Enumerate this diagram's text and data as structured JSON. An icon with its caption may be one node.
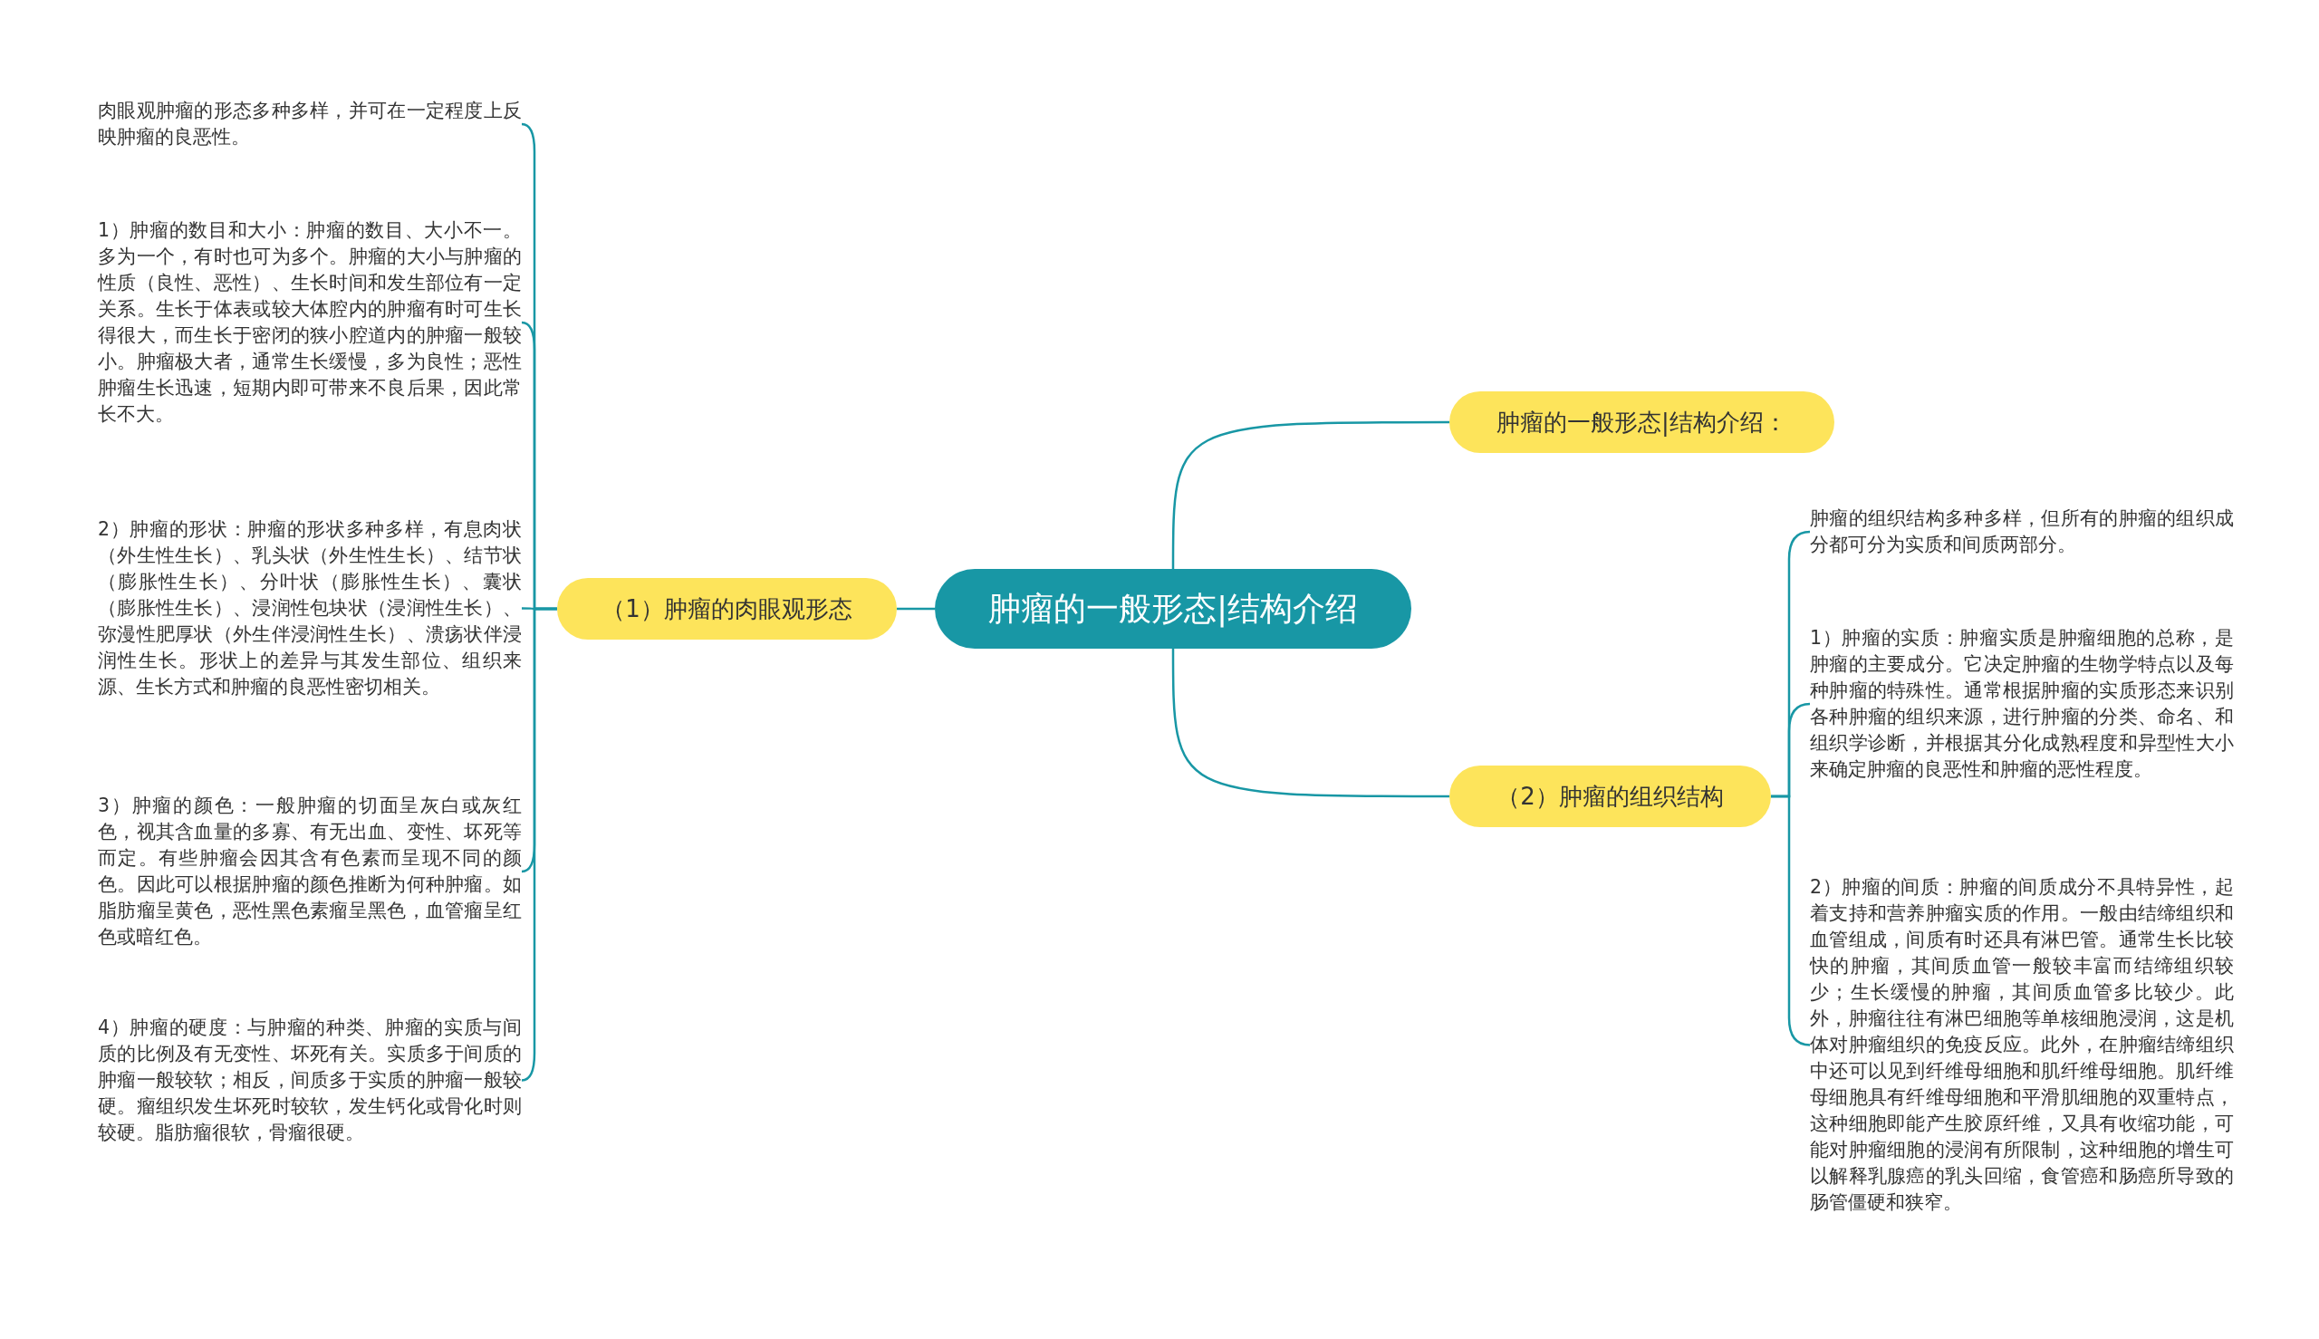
{
  "diagram": {
    "nodes": [
      {
        "text": [
          "肿瘤的一般形态|结构介绍"
        ]
      },
      {
        "text": [
          "肿瘤的一般形态|结构介绍："
        ]
      },
      {
        "text": [
          "（1）肿瘤的肉眼观形态"
        ]
      },
      {
        "text": [
          "肉眼观肿瘤的形态多种多样，并可在一定程度上反映肿瘤的良恶性。"
        ]
      },
      {
        "text": [
          "1）肿瘤的数目和大小：肿瘤的数目、大小不一。多为一个，有时也可为多个。肿瘤的大小与肿瘤的性质（良性、恶性）、生长时间和发生部位有一定关系。生长于体表或较大体腔内的肿瘤有时可生长得很大，而生长于密闭的狭小腔道内的肿瘤一般较小。肿瘤极大者，通常生长缓慢，多为良性；恶性肿瘤生长迅速，短期内即可带来不良后果，因此常长不大。"
        ]
      },
      {
        "text": [
          "2）肿瘤的形状：肿瘤的形状多种多样，有息肉状（外生性生长）、乳头状（外生性生长）、结节状（膨胀性生长）、分叶状（膨胀性生长）、囊状（膨胀性生长）、浸润性包块状（浸润性生长）、弥漫性肥厚状（外生伴浸润性生长）、溃疡状伴浸润性生长。形状上的差异与其发生部位、组织来源、生长方式和肿瘤的良恶性密切相关。"
        ]
      },
      {
        "text": [
          "3）肿瘤的颜色：一般肿瘤的切面呈灰白或灰红色，视其含血量的多寡、有无出血、变性、坏死等而定。有些肿瘤会因其含有色素而呈现不同的颜色。因此可以根据肿瘤的颜色推断为何种肿瘤。如脂肪瘤呈黄色，恶性黑色素瘤呈黑色，血管瘤呈红色或暗红色。"
        ]
      },
      {
        "text": [
          "4）肿瘤的硬度：与肿瘤的种类、肿瘤的实质与间质的比例及有无变性、坏死有关。实质多于间质的肿瘤一般较软；相反，间质多于实质的肿瘤一般较硬。瘤组织发生坏死时较软，发生钙化或骨化时则较硬。脂肪瘤很软，骨瘤很硬。"
        ]
      },
      {
        "text": [
          "（2）肿瘤的组织结构"
        ]
      },
      {
        "text": [
          "肿瘤的组织结构多种多样，但所有的肿瘤的组织成分都可分为实质和间质两部分。"
        ]
      },
      {
        "text": [
          "1）肿瘤的实质：肿瘤实质是肿瘤细胞的总称，是肿瘤的主要成分。它决定肿瘤的生物学特点以及每种肿瘤的特殊性。通常根据肿瘤的实质形态来识别各种肿瘤的组织来源，进行肿瘤的分类、命名、和组织学诊断，并根据其分化成熟程度和异型性大小来确定肿瘤的良恶性和肿瘤的恶性程度。"
        ]
      },
      {
        "text": [
          "2）肿瘤的间质：肿瘤的间质成分不具特异性，起着支持和营养肿瘤实质的作用。一般由结缔组织和血管组成，间质有时还具有淋巴管。通常生长比较快的肿瘤，其间质血管一般较丰富而结缔组织较少；生长缓慢的肿瘤，其间质血管多比较少。此外，肿瘤往往有淋巴细胞等单核细胞浸润，这是机体对肿瘤组织的免疫反应。此外，在肿瘤结缔组织中还可以见到纤维母细胞和肌纤维母细胞。肌纤维母细胞具有纤维母细胞和平滑肌细胞的双重特点，这种细胞即能产生胶原纤维，又具有收缩功能，可能对肿瘤细胞的浸润有所限制，这种细胞的增生可以解释乳腺癌的乳头回缩，食管癌和肠癌所导致的肠管僵硬和狭窄。"
        ]
      }
    ],
    "edges": [
      {
        "from": 0,
        "to": 1,
        "arrow": "none"
      },
      {
        "from": 0,
        "to": 2,
        "arrow": "none"
      },
      {
        "from": 0,
        "to": 8,
        "arrow": "none"
      },
      {
        "from": 2,
        "to": 3,
        "arrow": "none"
      },
      {
        "from": 2,
        "to": 4,
        "arrow": "none"
      },
      {
        "from": 2,
        "to": 5,
        "arrow": "none"
      },
      {
        "from": 2,
        "to": 6,
        "arrow": "none"
      },
      {
        "from": 2,
        "to": 7,
        "arrow": "none"
      },
      {
        "from": 8,
        "to": 9,
        "arrow": "none"
      },
      {
        "from": 8,
        "to": 10,
        "arrow": "none"
      },
      {
        "from": 8,
        "to": 11,
        "arrow": "none"
      }
    ]
  }
}
